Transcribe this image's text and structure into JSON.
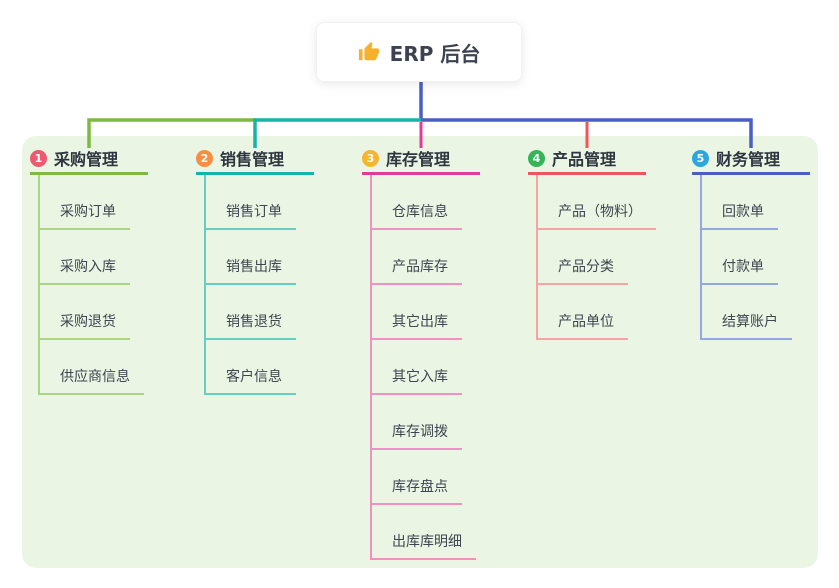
{
  "root": {
    "title": "ERP 后台",
    "icon": "thumbs-up-icon",
    "icon_color": "#f5b02e",
    "text_color": "#3c4250"
  },
  "canvas": {
    "background": "#ffffff",
    "panel_background": "#eaf6e3"
  },
  "connector": {
    "root_color": "#4a5fc4"
  },
  "branches": [
    {
      "index": "1",
      "title": "采购管理",
      "badge_color": "#f0586f",
      "color_strong": "#7cbb3f",
      "color_light": "#a9d584",
      "children": [
        "采购订单",
        "采购入库",
        "采购退货",
        "供应商信息"
      ]
    },
    {
      "index": "2",
      "title": "销售管理",
      "badge_color": "#f78e43",
      "color_strong": "#13b5a9",
      "color_light": "#66cfc4",
      "children": [
        "销售订单",
        "销售出库",
        "销售退货",
        "客户信息"
      ]
    },
    {
      "index": "3",
      "title": "库存管理",
      "badge_color": "#f6b52e",
      "color_strong": "#e23a98",
      "color_light": "#f190c2",
      "children": [
        "仓库信息",
        "产品库存",
        "其它出库",
        "其它入库",
        "库存调拨",
        "库存盘点",
        "出库库明细"
      ]
    },
    {
      "index": "4",
      "title": "产品管理",
      "badge_color": "#35b558",
      "color_strong": "#f2545c",
      "color_light": "#f7a3a3",
      "children": [
        "产品（物料）",
        "产品分类",
        "产品单位"
      ]
    },
    {
      "index": "5",
      "title": "财务管理",
      "badge_color": "#2ba7de",
      "color_strong": "#4a5fc4",
      "color_light": "#93a7e0",
      "children": [
        "回款单",
        "付款单",
        "结算账户"
      ]
    }
  ]
}
